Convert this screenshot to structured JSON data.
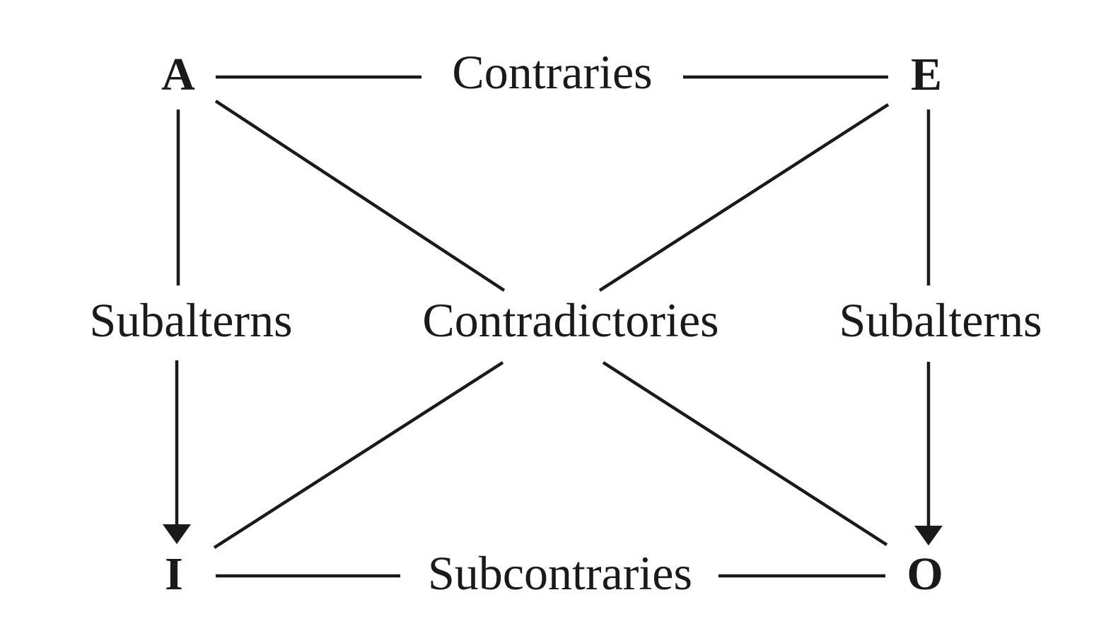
{
  "corners": {
    "top_left": "A",
    "top_right": "E",
    "bottom_left": "I",
    "bottom_right": "O"
  },
  "relations": {
    "top": "Contraries",
    "bottom": "Subcontraries",
    "left": "Subalterns",
    "right": "Subalterns",
    "center": "Contradictories"
  },
  "colors": {
    "ink": "#1a1a1a",
    "background": "#ffffff"
  }
}
